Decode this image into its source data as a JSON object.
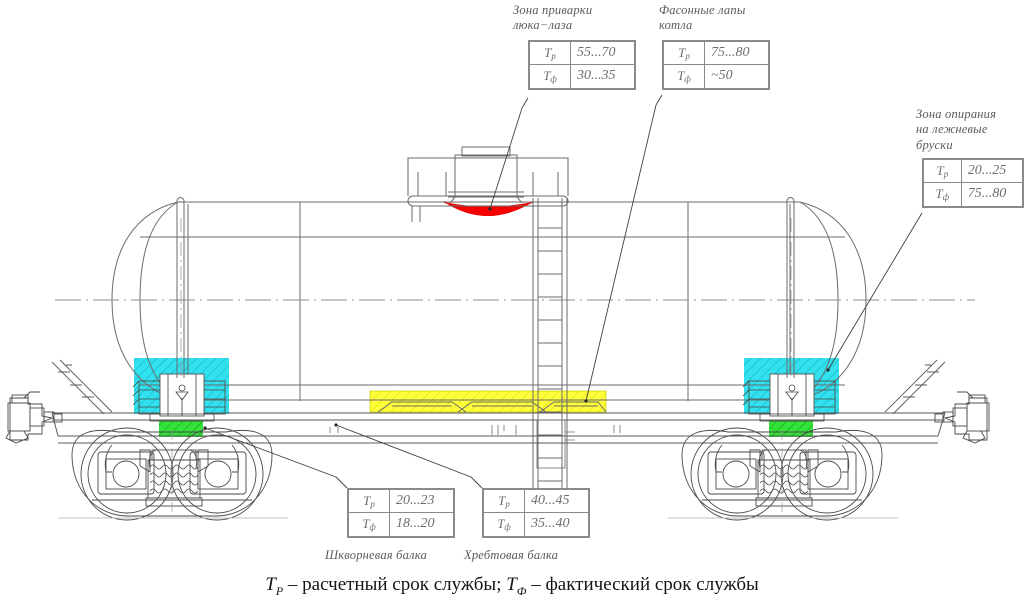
{
  "diagram": {
    "title": "Railway tank car service-life zones diagram",
    "footer_caption_parts": {
      "t_r_sym": "T",
      "t_r_sub": "P",
      "t_r_text": " – расчетный срок службы; ",
      "t_f_sym": "T",
      "t_f_sub": "Ф",
      "t_f_text": " – фактический срок службы"
    },
    "row_key_r": "Tр",
    "row_key_f": "Tф"
  },
  "callouts": [
    {
      "id": "manhole-weld-zone",
      "caption": "Зона приварки\nлюка−лаза",
      "rows": [
        {
          "key": "Tр",
          "key_base": "T",
          "key_sub": "р",
          "value": "55...70"
        },
        {
          "key": "Tф",
          "key_base": "T",
          "key_sub": "ф",
          "value": "30...35"
        }
      ]
    },
    {
      "id": "shaped-feet-zone",
      "caption": "Фасонные лапы\nкотла",
      "rows": [
        {
          "key": "Tр",
          "key_base": "T",
          "key_sub": "р",
          "value": "75...80"
        },
        {
          "key": "Tф",
          "key_base": "T",
          "key_sub": "ф",
          "value": "~50"
        }
      ]
    },
    {
      "id": "bearing-blocks-zone",
      "caption": "Зона опирания\nна лежневые\nбруски",
      "rows": [
        {
          "key": "Tр",
          "key_base": "T",
          "key_sub": "р",
          "value": "20...25"
        },
        {
          "key": "Tф",
          "key_base": "T",
          "key_sub": "ф",
          "value": "75...80"
        }
      ]
    },
    {
      "id": "bolster-beam",
      "caption": "Шкворневая балка",
      "rows": [
        {
          "key": "Tр",
          "key_base": "T",
          "key_sub": "р",
          "value": "20...23"
        },
        {
          "key": "Tф",
          "key_base": "T",
          "key_sub": "ф",
          "value": "18...20"
        }
      ]
    },
    {
      "id": "center-sill-beam",
      "caption": "Хребтовая балка",
      "rows": [
        {
          "key": "Tр",
          "key_base": "T",
          "key_sub": "р",
          "value": "40...45"
        },
        {
          "key": "Tф",
          "key_base": "T",
          "key_sub": "ф",
          "value": "35...40"
        }
      ]
    }
  ],
  "colors": {
    "highlight_red": "#f60000",
    "highlight_yellow": "#ffff3c",
    "highlight_cyan": "#31e1ee",
    "highlight_green": "#34e03a",
    "line": "#6b6b6b",
    "line_dark": "#3f3f3f",
    "table_border": "#8a8a8a",
    "text_gray": "#5a5a5a"
  }
}
